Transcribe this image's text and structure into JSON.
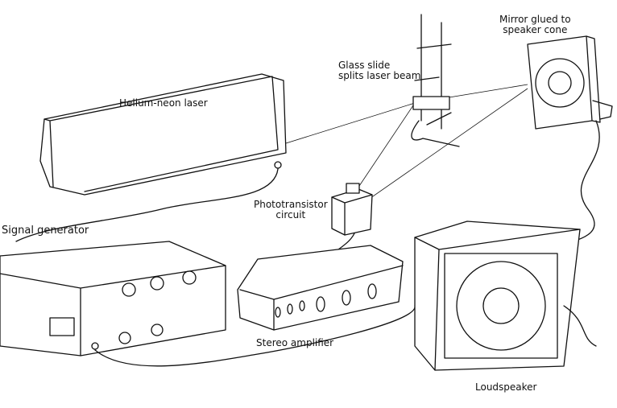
{
  "labels": {
    "mirror": "Mirror glued to\nspeaker cone",
    "glass_slide": "Glass slide\nsplits laser beam",
    "laser": "Helium-neon laser",
    "phototransistor": "Phototransistor\ncircuit",
    "signal_generator": "Signal generator",
    "amplifier": "Stereo amplifier",
    "loudspeaker": "Loudspeaker"
  }
}
